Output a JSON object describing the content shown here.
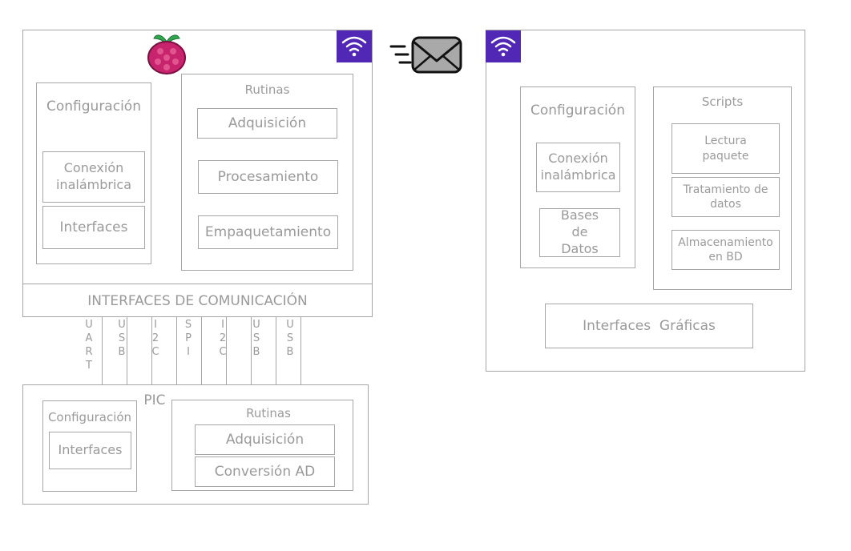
{
  "raspberry_node": {
    "config_title": "Configuración",
    "wireless": "Conexión inalámbrica",
    "interfaces": "Interfaces",
    "routines_title": "Rutinas",
    "routines": [
      "Adquisición",
      "Procesamiento",
      "Empaquetamiento"
    ],
    "comm_bar": "INTERFACES DE COMUNICACIÓN"
  },
  "buses": [
    "UART",
    "USB",
    "I2C",
    "SPI",
    "I2C",
    "USB",
    "USB"
  ],
  "pic_node": {
    "title": "PIC",
    "config_title": "Configuración",
    "interfaces": "Interfaces",
    "routines_title": "Rutinas",
    "routines": [
      "Adquisición",
      "Conversión AD"
    ]
  },
  "server_node": {
    "config_title": "Configuración",
    "wireless": "Conexión inalámbrica",
    "databases": "Bases de Datos",
    "scripts_title": "Scripts",
    "scripts": [
      "Lectura paquete",
      "Tratamiento de datos",
      "Almacenamiento en BD"
    ],
    "gui": "Interfaces  Gráficas"
  },
  "icons": {
    "raspberry": "raspberry-pi-logo",
    "wifi": "wifi-icon",
    "mail": "mail-icon"
  },
  "colors": {
    "wifi_bg": "#5127b5",
    "raspberry": "#c8246e",
    "leaf": "#2fa84f",
    "envelope": "#a9a9a9",
    "border": "#a6a6a6",
    "text": "#9a9a9a"
  }
}
